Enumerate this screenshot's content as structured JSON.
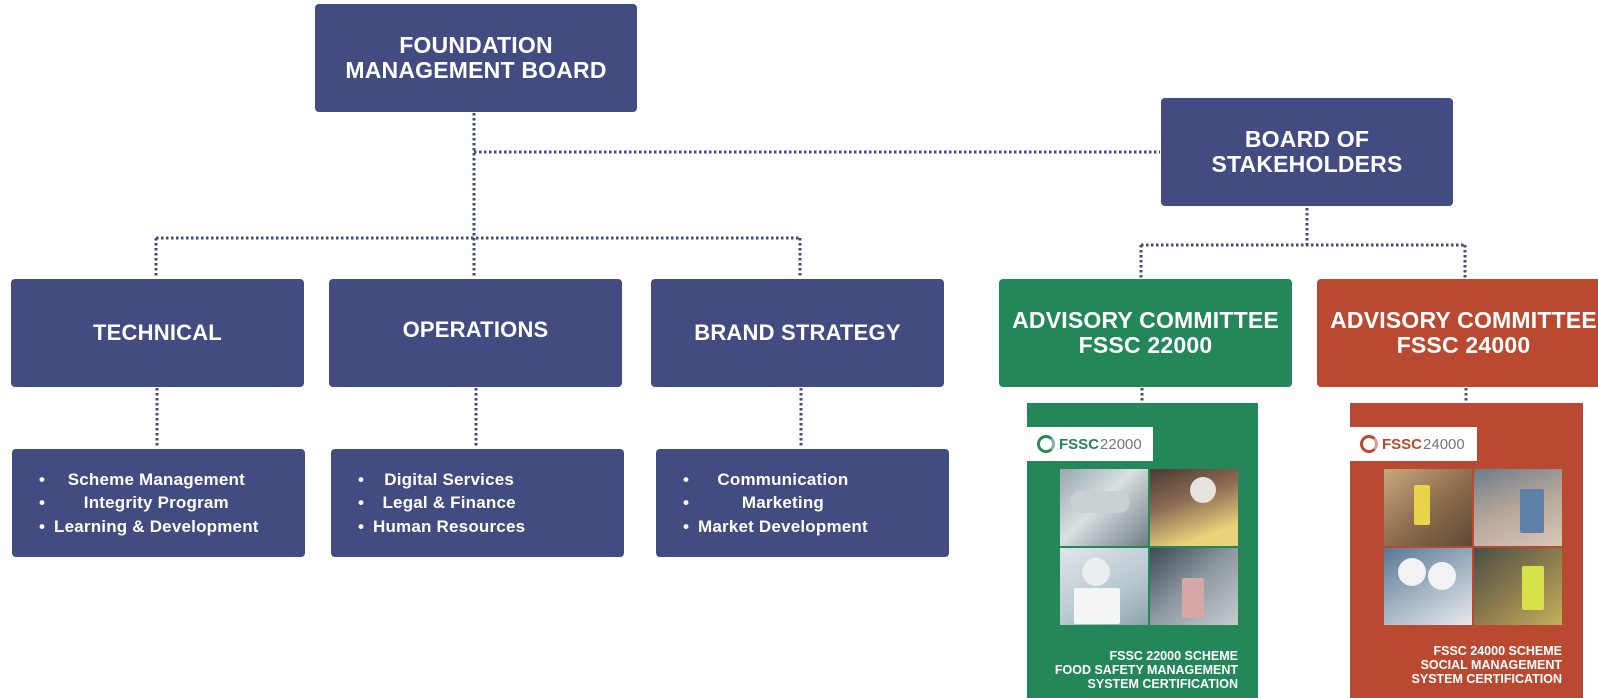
{
  "top_board": {
    "line1": "FOUNDATION",
    "line2": "MANAGEMENT BOARD"
  },
  "stakeholders": {
    "line1": "BOARD OF",
    "line2": "STAKEHOLDERS"
  },
  "departments": [
    {
      "label": "TECHNICAL",
      "items": [
        "Scheme Management",
        "Integrity Program",
        "Learning & Development"
      ]
    },
    {
      "label": "OPERATIONS",
      "items": [
        "Digital Services",
        "Legal & Finance",
        "Human Resources"
      ]
    },
    {
      "label": "BRAND STRATEGY",
      "items": [
        "Communication",
        "Marketing",
        "Market Development"
      ]
    }
  ],
  "committees": [
    {
      "line1": "ADVISORY COMMITTEE",
      "line2": "FSSC 22000",
      "color": "#23875a",
      "logo_brand": "FSSC",
      "logo_number": "22000",
      "caption": [
        "FSSC 22000 SCHEME",
        "FOOD SAFETY MANAGEMENT",
        "SYSTEM CERTIFICATION"
      ]
    },
    {
      "line1": "ADVISORY COMMITTEE",
      "line2": "FSSC 24000",
      "color": "#b94a31",
      "logo_brand": "FSSC",
      "logo_number": "24000",
      "caption": [
        "FSSC 24000 SCHEME",
        "SOCIAL MANAGEMENT",
        "SYSTEM CERTIFICATION"
      ]
    }
  ],
  "colors": {
    "board": "#434c80",
    "green": "#23875a",
    "orange": "#b94a31"
  }
}
